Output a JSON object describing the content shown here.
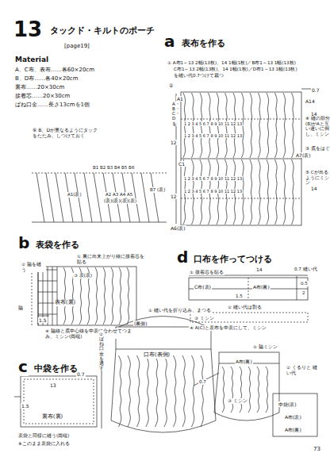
{
  "diagram": {
    "title": "タックド・キルトのポーチ",
    "labels": [
      "13",
      "[page19]",
      "Material",
      "A、C布、表布……各60×20cm",
      "B、D布……各40×20cm",
      "裏布……20×30cm",
      "接着芯……20×30cm",
      "ばね口金……長さ13cmを1個",
      "a",
      "表布を作る",
      "① A布1～13 2幅(13枚)、14 1幅(1枚)／B布1～13 1幅(13枚)",
      "C布1～13 2幅(13枚)、14 1幅(1枚)／D布1～13 1幅(13枚)",
      "を縫い代0.7つけて裁つ",
      "②",
      "0.7",
      "A1",
      "1 2 3 4 5 6 7 8 9 10 11 12 13",
      "1 2 3 4 5 6 7 8 9 10 11 12 13",
      "C1",
      "1 2 3 4 5 6 7 8 9 10 11 12 13",
      "1 2 3 4 5 6 7 8 9 10 11 12 13",
      "A14",
      "14",
      "C",
      "14",
      "12",
      "12",
      "A7(表)",
      "A6(表)",
      "A・B・C・Dを",
      "④ 縫の部分(B)がAと互い違いに倒し、ミシン",
      "③ 底をはぐ",
      "⑤ Cが出るようにミシン",
      "⑥ B、Dが重なるようにタックをたたみ、しつけておく",
      "B1 B2 B3 B4 B5 B6",
      "A1(表)",
      "A2 A3 A4 A5",
      "(表)(表)(表)(表)",
      "B7 (表)",
      "b",
      "表袋を作る",
      "① 裏に出来上がり線に接着芯を貼る",
      "② 脇を縫う",
      "③ 表(表)",
      "表布(裏)",
      "脇",
      "1.5",
      "④ 脇線と底中心線を中表に合わせてつまみ、ミシン(両端)",
      "c",
      "中袋を作る",
      "0.7",
      "13",
      "1.5",
      "裏布(裏)",
      "表袋と同様に縫う(両端)",
      "※このまま表袋に入れる",
      "① 縫い代を折り込み、まつる",
      "(裏側)",
      "口布(表側)",
      "② ばね口金を通す",
      "d",
      "口布を作ってつける",
      "① 接着芯を貼る",
      "14",
      "0.7 縫い代",
      "C布(表)",
      "A布(裏)",
      "0.5",
      "2",
      "1.5",
      "② 縫い代は割る",
      "③ ミシン",
      "④ A(C)と表布を中表にして、ミシン",
      "① 脇ミシン",
      "A布(裏)",
      "② くるりと 縫い代",
      "③ ミシン",
      "中袋(表)",
      "A布(表)",
      "A布(裏)",
      "0.7",
      "73"
    ]
  }
}
